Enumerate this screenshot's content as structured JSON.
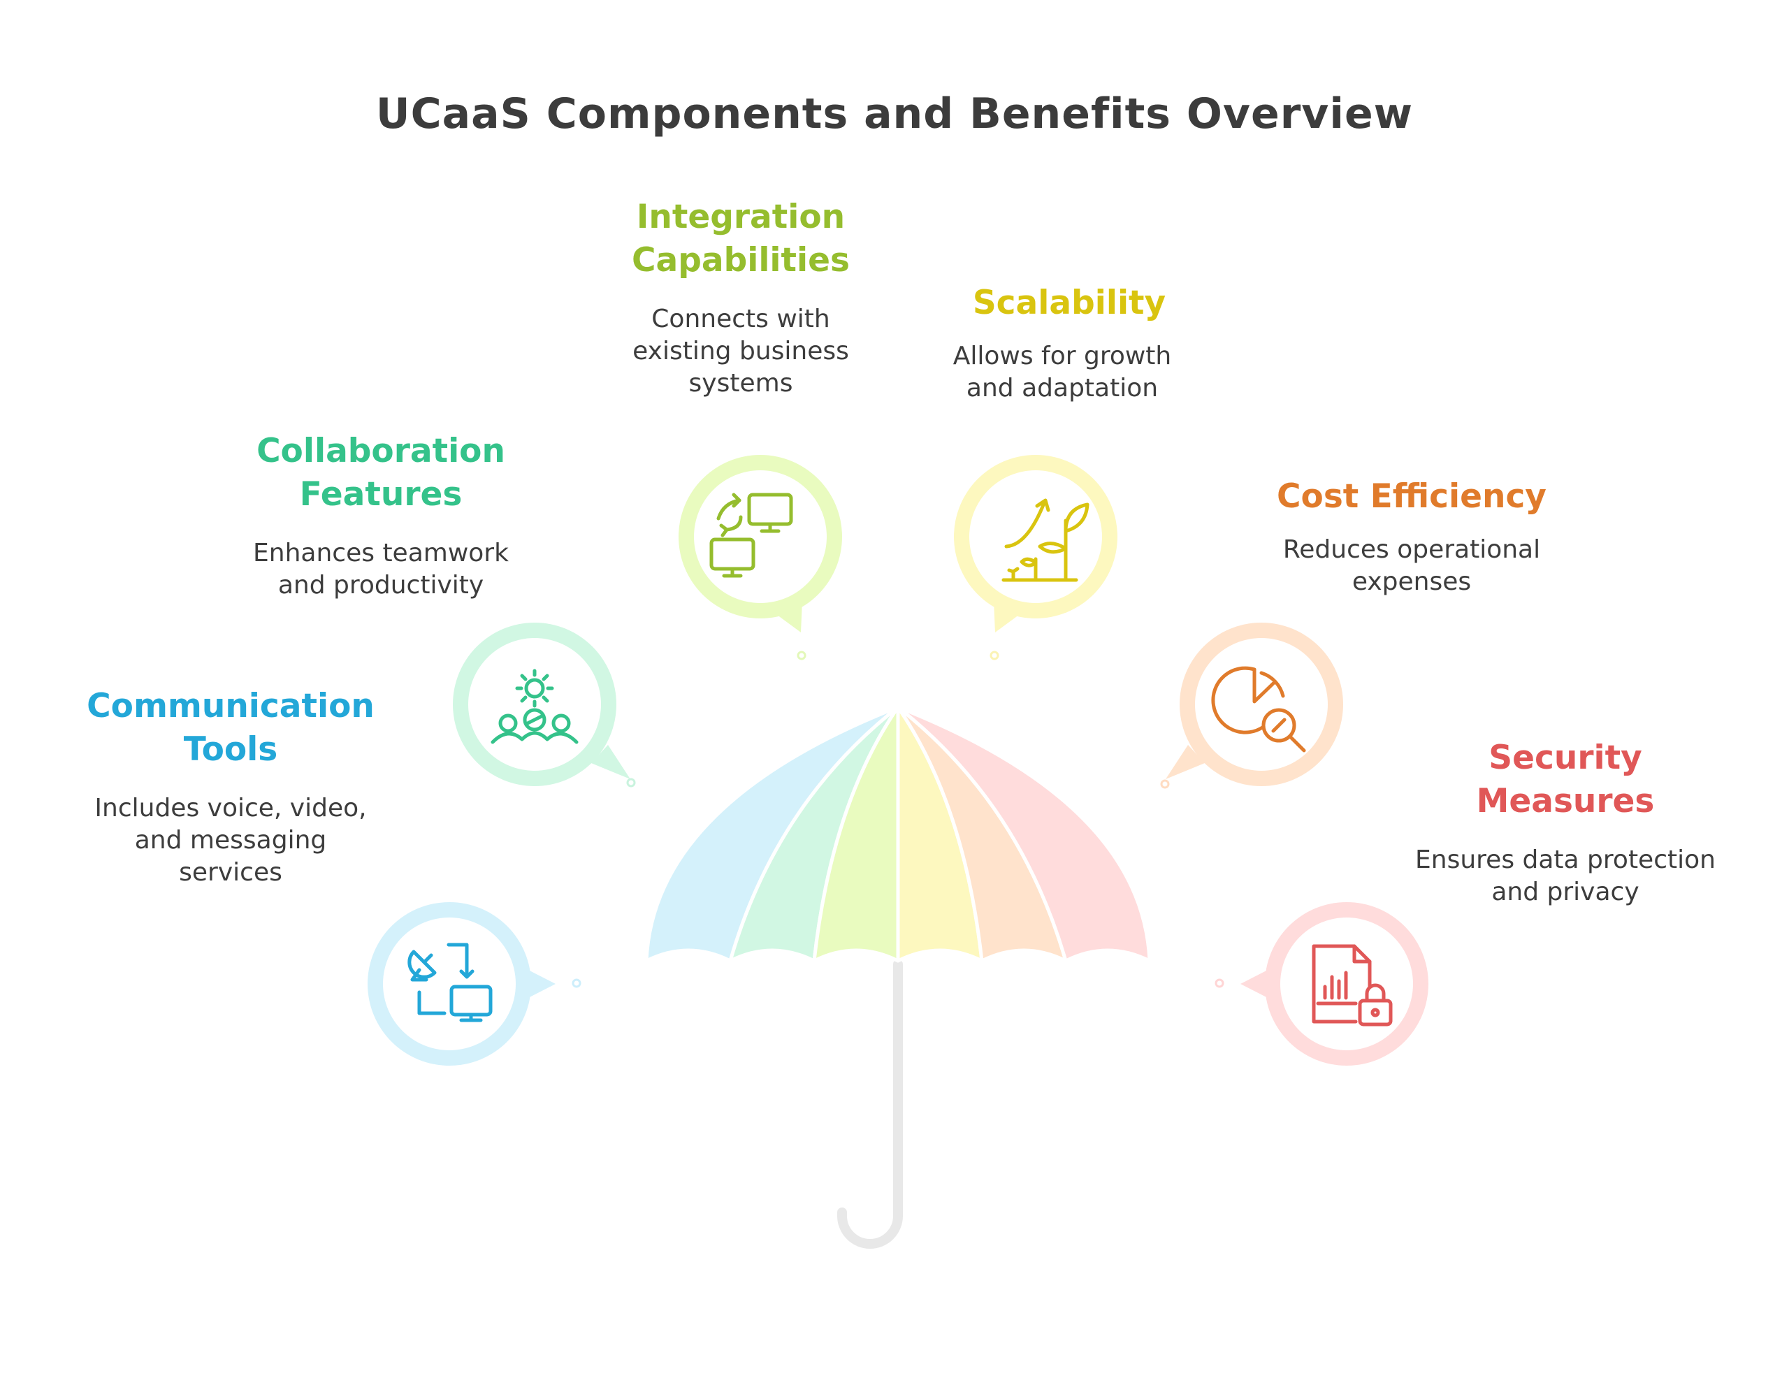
{
  "title": "UCaaS Components and Benefits Overview",
  "colors": {
    "communication": "#23a7d8",
    "collaboration": "#34c28a",
    "integration": "#95bd2e",
    "scalability": "#d9c40f",
    "cost": "#e07b2b",
    "security": "#e05757",
    "handle": "#e6e6e6"
  },
  "items": [
    {
      "key": "communication",
      "title_line1": "Communication",
      "title_line2": "Tools",
      "description": "Includes voice, video, and messaging services",
      "icon": "satellite-monitor-icon"
    },
    {
      "key": "collaboration",
      "title_line1": "Collaboration",
      "title_line2": "Features",
      "description": "Enhances teamwork and productivity",
      "icon": "team-gear-icon"
    },
    {
      "key": "integration",
      "title_line1": "Integration",
      "title_line2": "Capabilities",
      "description": "Connects with existing business systems",
      "icon": "sync-monitors-icon"
    },
    {
      "key": "scalability",
      "title_line1": "Scalability",
      "title_line2": "",
      "description": "Allows for growth and adaptation",
      "icon": "growing-plant-icon"
    },
    {
      "key": "cost",
      "title_line1": "Cost Efficiency",
      "title_line2": "",
      "description": "Reduces operational expenses",
      "icon": "pie-chart-magnifier-icon"
    },
    {
      "key": "security",
      "title_line1": "Security",
      "title_line2": "Measures",
      "description": "Ensures data protection and privacy",
      "icon": "locked-report-icon"
    }
  ]
}
